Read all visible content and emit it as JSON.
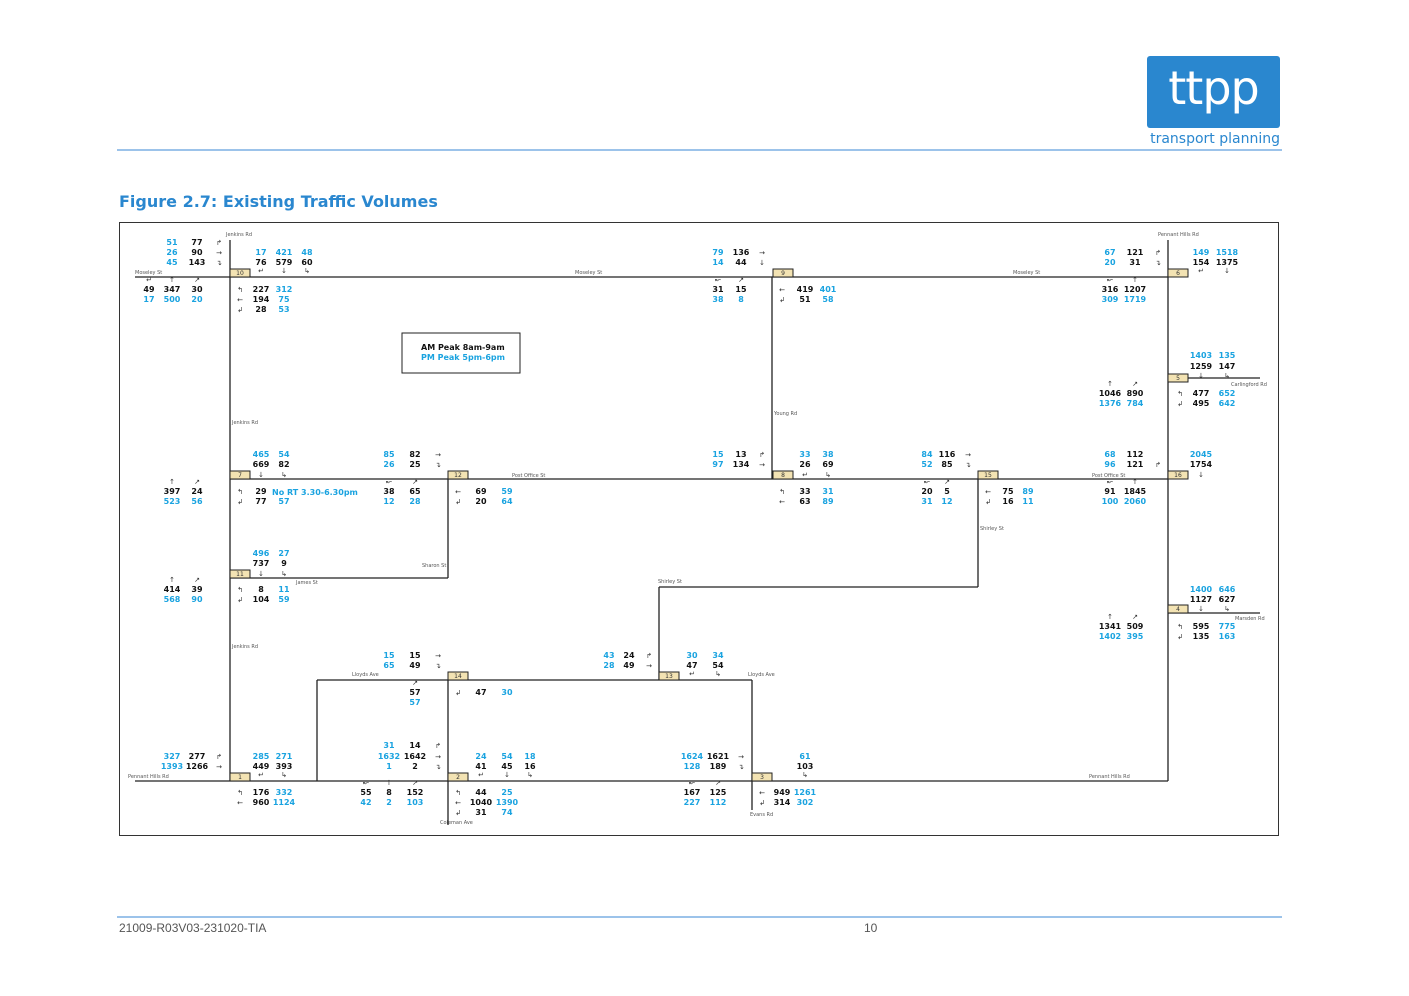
{
  "header": {
    "logo_text": "ttpp",
    "logo_subtitle": "transport planning",
    "brand_color": "#2a87cf"
  },
  "figure": {
    "title": "Figure 2.7: Existing Traffic Volumes"
  },
  "legend": {
    "am": "AM Peak 8am-9am",
    "pm": "PM Peak 5pm-6pm"
  },
  "streets": {
    "jenkins_top": "Jenkins Rd",
    "jenkins_mid": "Jenkins Rd",
    "jenkins_low": "Jenkins Rd",
    "moseley_w": "Moseley St",
    "moseley_mid": "Moseley St",
    "moseley_e": "Moseley St",
    "pennant_ne": "Pennant Hills Rd",
    "pennant_sw": "Pennant Hills Rd",
    "pennant_se": "Pennant Hills Rd",
    "young": "Young Rd",
    "carlingford": "Carlingford Rd",
    "post_office_1": "Post Office St",
    "post_office_2": "Post Office St",
    "sharon": "Sharon St",
    "james": "James St",
    "shirley_1": "Shirley St",
    "shirley_2": "Shirley St",
    "lloyds_1": "Lloyds Ave",
    "lloyds_2": "Lloyds Ave",
    "marsden": "Marsden Rd",
    "coleman": "Coleman Ave",
    "evans": "Evans Rd"
  },
  "note": "No RT 3.30-6.30pm",
  "nodes": [
    "10",
    "9",
    "6",
    "5",
    "7",
    "12",
    "8",
    "15",
    "16",
    "11",
    "4",
    "14",
    "13",
    "1",
    "2",
    "3"
  ],
  "volumes": {
    "v": [
      "51",
      "77",
      "26",
      "90",
      "45",
      "143",
      "17",
      "421",
      "48",
      "76",
      "579",
      "60",
      "49",
      "347",
      "30",
      "17",
      "500",
      "20",
      "227",
      "312",
      "194",
      "75",
      "28",
      "53",
      "79",
      "136",
      "14",
      "44",
      "31",
      "15",
      "38",
      "8",
      "419",
      "401",
      "51",
      "58",
      "67",
      "121",
      "20",
      "31",
      "149",
      "1518",
      "154",
      "1375",
      "316",
      "1207",
      "309",
      "1719",
      "1403",
      "135",
      "1259",
      "147",
      "1046",
      "890",
      "1376",
      "784",
      "477",
      "652",
      "495",
      "642",
      "465",
      "54",
      "669",
      "82",
      "397",
      "24",
      "523",
      "56",
      "29",
      "77",
      "57",
      "85",
      "82",
      "26",
      "25",
      "38",
      "65",
      "12",
      "28",
      "69",
      "59",
      "20",
      "64",
      "15",
      "13",
      "97",
      "134",
      "33",
      "38",
      "26",
      "69",
      "33",
      "31",
      "63",
      "89",
      "84",
      "116",
      "52",
      "85",
      "20",
      "5",
      "31",
      "12",
      "75",
      "89",
      "16",
      "11",
      "68",
      "112",
      "96",
      "121",
      "2045",
      "1754",
      "91",
      "1845",
      "100",
      "2060",
      "496",
      "27",
      "737",
      "9",
      "414",
      "39",
      "568",
      "90",
      "8",
      "11",
      "104",
      "59",
      "1400",
      "646",
      "1127",
      "627",
      "1341",
      "509",
      "1402",
      "395",
      "595",
      "775",
      "135",
      "163",
      "15",
      "15",
      "65",
      "49",
      "57",
      "57",
      "47",
      "30",
      "43",
      "24",
      "28",
      "49",
      "30",
      "34",
      "47",
      "54",
      "327",
      "277",
      "1393",
      "1266",
      "285",
      "271",
      "449",
      "393",
      "176",
      "332",
      "960",
      "1124",
      "31",
      "14",
      "1632",
      "1642",
      "1",
      "2",
      "24",
      "54",
      "18",
      "41",
      "45",
      "16",
      "55",
      "8",
      "152",
      "42",
      "2",
      "103",
      "44",
      "25",
      "1040",
      "1390",
      "31",
      "74",
      "1624",
      "1621",
      "128",
      "189",
      "61",
      "103",
      "167",
      "125",
      "227",
      "112",
      "949",
      "1261",
      "314",
      "302"
    ]
  },
  "footer": {
    "code": "21009-R03V03-231020-TIA",
    "page": "10"
  }
}
